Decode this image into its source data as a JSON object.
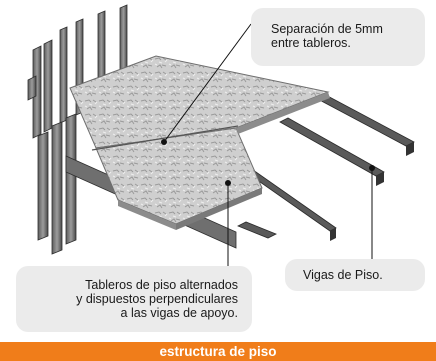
{
  "callouts": {
    "gap": {
      "line1": "Separación de 5mm",
      "line2": "entre tableros."
    },
    "panels": {
      "line1": "Tableros de piso alternados",
      "line2": "y dispuestos perpendiculares",
      "line3": "a las vigas de apoyo."
    },
    "joists": {
      "line1": "Vigas de Piso."
    }
  },
  "footer": {
    "title": "estructura de piso"
  },
  "colors": {
    "accent": "#f07d1a",
    "callout_bg": "#ebebeb",
    "frame": "#7a7a7a",
    "frame_dark": "#3d3d3d",
    "board": "#c9c9c9"
  }
}
